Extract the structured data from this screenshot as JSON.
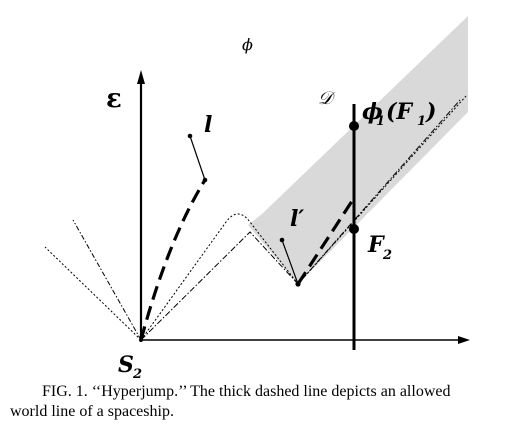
{
  "figure": {
    "labels": {
      "epsilon": "ε",
      "l": "l",
      "l_prime": "l′",
      "D": "𝒟",
      "phi_main": "ϕ",
      "phi_sub": "1",
      "phi_arg": "(F",
      "phi_arg_sub": "1",
      "phi_close": ")",
      "F2_main": "F",
      "F2_sub": "2",
      "S2_main": "S",
      "S2_sub": "2",
      "faint_phi": "ϕ"
    },
    "colors": {
      "ink": "#000000",
      "shade": "#d9d9d9",
      "faint": "#eeeeee"
    }
  },
  "caption": {
    "line1": "FIG. 1. ‘‘Hyperjump.’’ The thick dashed line depicts an allowed",
    "line2": "world line of a spaceship."
  }
}
